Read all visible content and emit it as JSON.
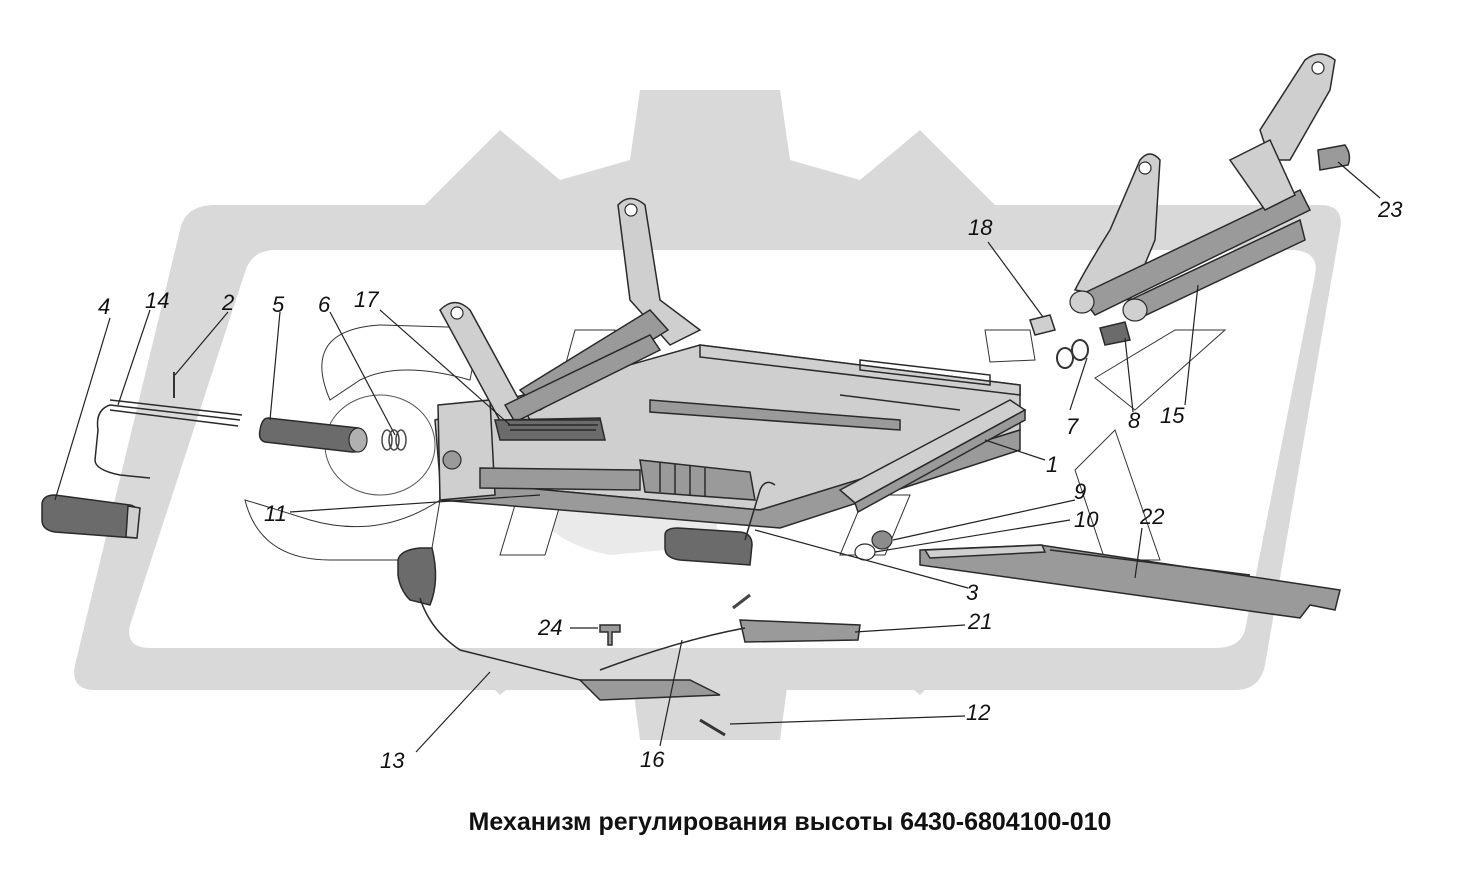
{
  "caption": "Механизм регулирования высоты 6430-6804100-010",
  "colors": {
    "watermark": "#d9d9d9",
    "parts": "#8c8c8c",
    "text": "#111111"
  },
  "callouts": [
    {
      "id": "c1",
      "label": "1"
    },
    {
      "id": "c2",
      "label": "2"
    },
    {
      "id": "c3",
      "label": "3"
    },
    {
      "id": "c4",
      "label": "4"
    },
    {
      "id": "c5",
      "label": "5"
    },
    {
      "id": "c6",
      "label": "6"
    },
    {
      "id": "c7",
      "label": "7"
    },
    {
      "id": "c8",
      "label": "8"
    },
    {
      "id": "c9",
      "label": "9"
    },
    {
      "id": "c10",
      "label": "10"
    },
    {
      "id": "c11",
      "label": "11"
    },
    {
      "id": "c12",
      "label": "12"
    },
    {
      "id": "c13",
      "label": "13"
    },
    {
      "id": "c14",
      "label": "14"
    },
    {
      "id": "c15",
      "label": "15"
    },
    {
      "id": "c16",
      "label": "16"
    },
    {
      "id": "c17",
      "label": "17"
    },
    {
      "id": "c18",
      "label": "18"
    },
    {
      "id": "c21",
      "label": "21"
    },
    {
      "id": "c22",
      "label": "22"
    },
    {
      "id": "c23",
      "label": "23"
    },
    {
      "id": "c24",
      "label": "24"
    }
  ]
}
